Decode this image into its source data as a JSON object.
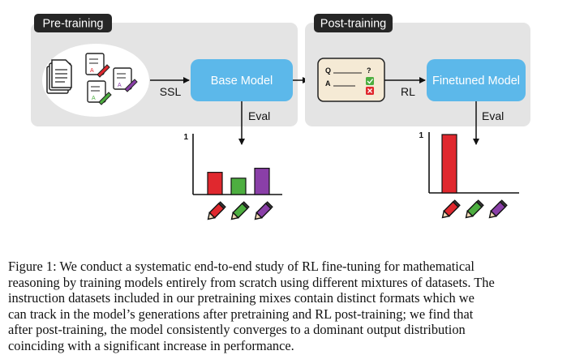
{
  "figure": {
    "pretraining": {
      "badge": "Pre-training",
      "edge_label": "SSL",
      "model_label": "Base Model",
      "eval_label": "Eval",
      "axis_tick": "1"
    },
    "posttraining": {
      "badge": "Post-training",
      "edge_label": "RL",
      "model_label": "Finetuned Model",
      "eval_label": "Eval",
      "axis_tick": "1",
      "quiz": {
        "q_letter": "Q",
        "a_letter": "A",
        "unknown": "?"
      }
    },
    "doc_letter": "A"
  },
  "colors": {
    "panel": "#e4e4e4",
    "badge": "#262626",
    "model_box": "#5cb8ea",
    "red": "#e0282e",
    "green": "#4dae40",
    "purple": "#8a3fa8",
    "quiz_card": "#f5ead5"
  },
  "chart_data": [
    {
      "type": "bar",
      "categories": [
        "red format",
        "green format",
        "purple format"
      ],
      "values": [
        0.38,
        0.28,
        0.45
      ],
      "ylim": [
        0,
        1
      ],
      "colors": [
        "#e0282e",
        "#4dae40",
        "#8a3fa8"
      ]
    },
    {
      "type": "bar",
      "categories": [
        "red format",
        "green format",
        "purple format"
      ],
      "values": [
        1.0,
        0.0,
        0.0
      ],
      "ylim": [
        0,
        1
      ],
      "colors": [
        "#e0282e",
        "#4dae40",
        "#8a3fa8"
      ]
    }
  ],
  "caption": {
    "line1": "Figure 1: We conduct a systematic end-to-end study of RL fine-tuning for mathematical",
    "line2": "reasoning by training models entirely from scratch using different mixtures of datasets. The",
    "line3": "instruction datasets included in our pretraining mixes contain distinct formats which we",
    "line4": "can track in the model’s generations after pretraining and RL post-training; we find that",
    "line5": "after post-training, the model consistently converges to a dominant output distribution",
    "line6": "coinciding with a significant increase in performance."
  }
}
